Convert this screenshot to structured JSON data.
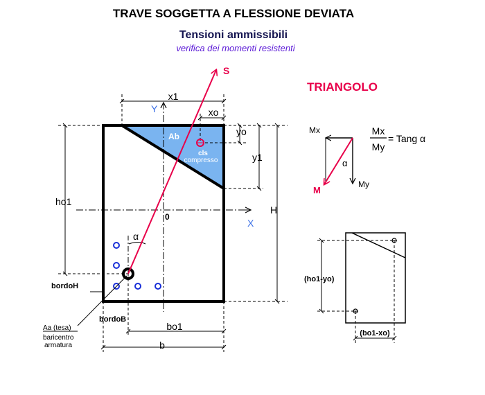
{
  "title": "TRAVE SOGGETTA A FLESSIONE DEVIATA",
  "subtitle": "Tensioni ammissibili",
  "caption": "verifica dei momenti resistenti",
  "section_label": "TRIANGOLO",
  "labels": {
    "s": "S",
    "x1": "x1",
    "y_axis": "Y",
    "xo": "xo",
    "yo": "yo",
    "y1": "y1",
    "ab": "Ab",
    "cls": "cls",
    "compresso": "compresso",
    "ho1": "ho1",
    "origin": "0",
    "x_axis": "X",
    "h": "H",
    "alpha": "α",
    "bordoH": "bordoH",
    "bordoB": "bordoB",
    "aa_tesa": "Aa (tesa)",
    "baricentro": "baricentro",
    "armatura": "armatura",
    "bo1": "bo1",
    "b": "b"
  },
  "triangle": {
    "mx": "Mx",
    "my": "My",
    "m": "M",
    "alpha": "α",
    "frac_num": "Mx",
    "frac_den": "My",
    "equation": "= Tang α"
  },
  "small_section": {
    "ho1_yo": "(ho1-yo)",
    "bo1_xo": "(bo1-xo)"
  },
  "colors": {
    "red": "#e8004a",
    "compressed_fill": "#7ab4f0",
    "axis_blue": "#3a6fe6",
    "bar_blue": "#1a30d8",
    "caption_purple": "#5a18d6",
    "title_navy": "#141450"
  }
}
